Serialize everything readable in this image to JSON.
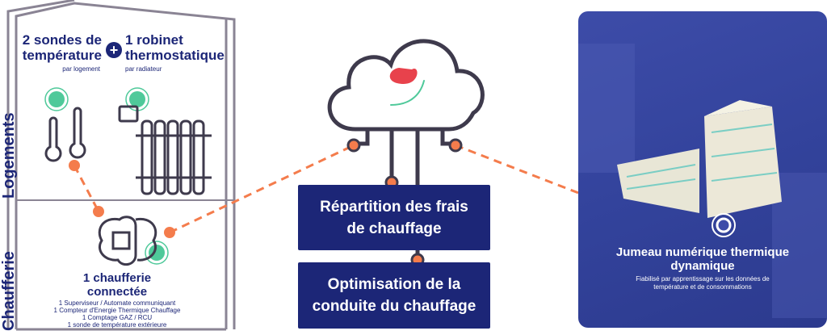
{
  "logements": {
    "section_label": "Logements",
    "sondes_title": "2 sondes de température",
    "sondes_sub": "par logement",
    "plus_icon": "plus-icon",
    "robinet_title": "1 robinet thermostatique",
    "robinet_sub": "par radiateur"
  },
  "chaufferie": {
    "section_label": "Chaufferie",
    "title": "1 chaufferie connectée",
    "items": [
      "1 Superviseur / Automate communiquant",
      "1 Compteur d'Energie Thermique Chauffage",
      "1 Comptage GAZ / RCU",
      "1 sonde de température extérieure"
    ]
  },
  "center": {
    "box1": "Répartition des frais de chauffage",
    "box2": "Optimisation de la conduite du chauffage"
  },
  "twin": {
    "title": "Jumeau numérique thermique dynamique",
    "subtitle": "Fiabilisé par apprentissage sur les données de température et de consommations"
  },
  "colors": {
    "navy": "#1c2677",
    "orange": "#f47c4c",
    "green": "#4fc99a",
    "gray": "#8a8494"
  }
}
